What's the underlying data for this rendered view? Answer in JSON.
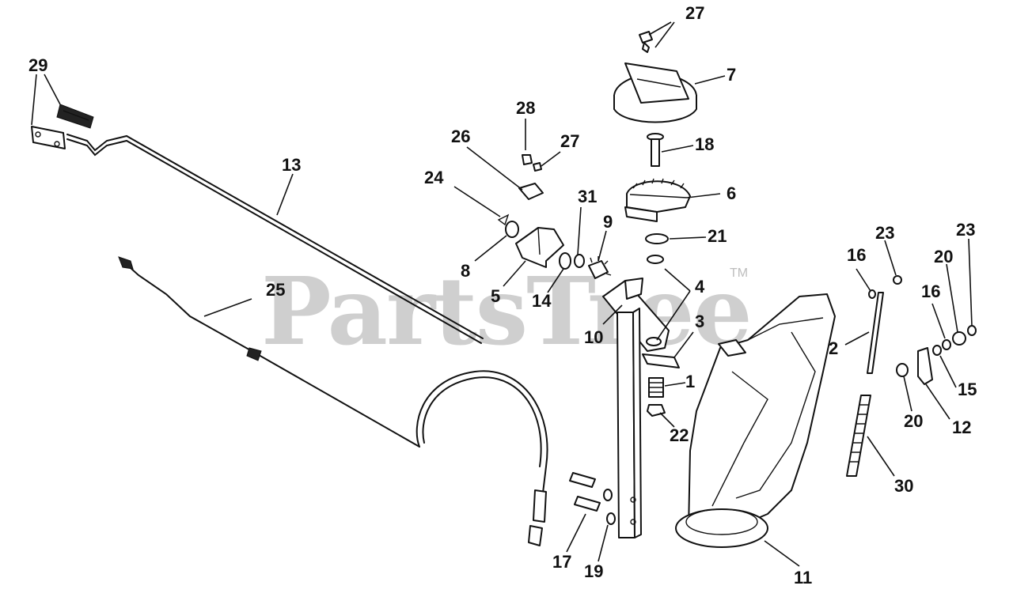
{
  "watermark": {
    "text": "PartsTree",
    "trademark": "TM"
  },
  "callouts": {
    "c1": "1",
    "c2": "2",
    "c3": "3",
    "c4": "4",
    "c5": "5",
    "c6": "6",
    "c7": "7",
    "c8": "8",
    "c9": "9",
    "c10": "10",
    "c11": "11",
    "c12": "12",
    "c13": "13",
    "c14": "14",
    "c15": "15",
    "c16a": "16",
    "c16b": "16",
    "c17": "17",
    "c18": "18",
    "c19": "19",
    "c20a": "20",
    "c20b": "20",
    "c21": "21",
    "c22": "22",
    "c23a": "23",
    "c23b": "23",
    "c24": "24",
    "c25": "25",
    "c26": "26",
    "c27a": "27",
    "c27b": "27",
    "c28": "28",
    "c29": "29",
    "c30": "30",
    "c31": "31"
  }
}
